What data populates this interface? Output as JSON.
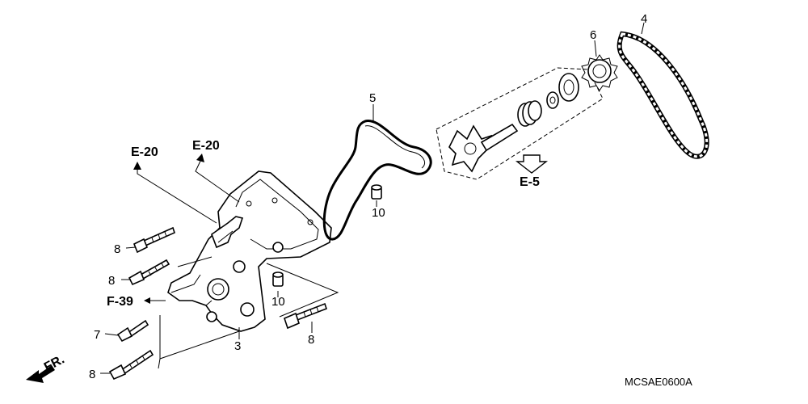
{
  "callouts": {
    "c3": "3",
    "c4": "4",
    "c5": "5",
    "c6": "6",
    "c7": "7",
    "c8a": "8",
    "c8b": "8",
    "c8c": "8",
    "c8d": "8",
    "c10a": "10",
    "c10b": "10"
  },
  "refs": {
    "e20_left": "E-20",
    "e20_right": "E-20",
    "e5": "E-5",
    "f39": "F-39",
    "fr": "FR."
  },
  "diagram_code": "MCSAE0600A"
}
